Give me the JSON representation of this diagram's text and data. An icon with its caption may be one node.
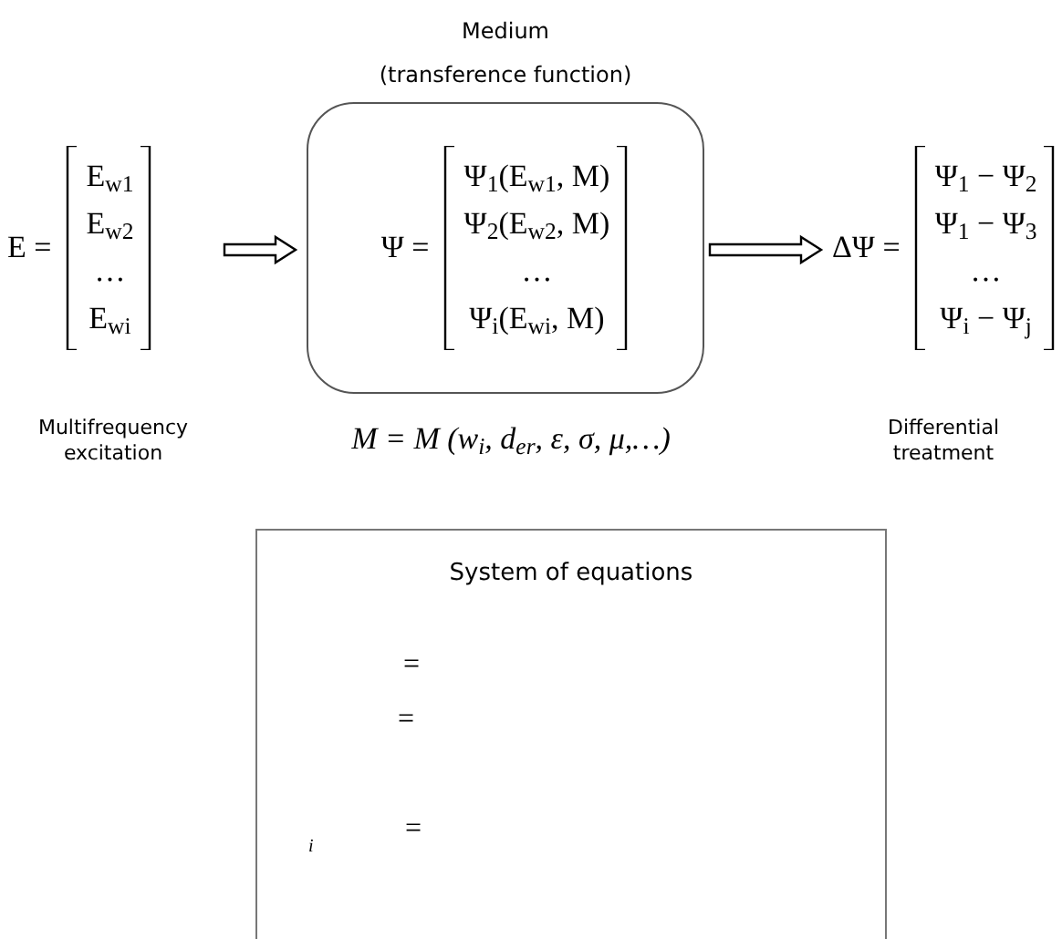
{
  "diagram": {
    "nodes": [
      {
        "text": [
          "E =",
          "E$_{w1}$",
          "E$_{w2}$",
          "…",
          "E$_{wi}$"
        ],
        "beside": [
          "Multifrequency excitation"
        ]
      },
      {
        "text": [
          "Medium",
          "(transference function)",
          "Ψ =",
          "Ψ$_{1}$(E$_{w1}$, M)",
          "Ψ$_{2}$(E$_{w2}$, M)",
          "…",
          "Ψ$_{i}$(E$_{wi}$, M)"
        ],
        "beside": [
          "M = M (w$_{i}$, d$_{er}$, ε, σ, μ,…)"
        ]
      },
      {
        "text": [
          "ΔΨ =",
          "Ψ$_{1}$ − Ψ$_{2}$",
          "Ψ$_{1}$ − Ψ$_{3}$",
          "…",
          "Ψ$_{i}$ − Ψ$_{j}$"
        ],
        "beside": [
          "Differential treatment"
        ]
      },
      {
        "text": [
          "System of equations",
          "=",
          "=",
          "i",
          "="
        ]
      }
    ],
    "edges": [
      {
        "from": 0,
        "to": 1,
        "arrow": "to"
      },
      {
        "from": 1,
        "to": 2,
        "arrow": "to"
      }
    ]
  }
}
